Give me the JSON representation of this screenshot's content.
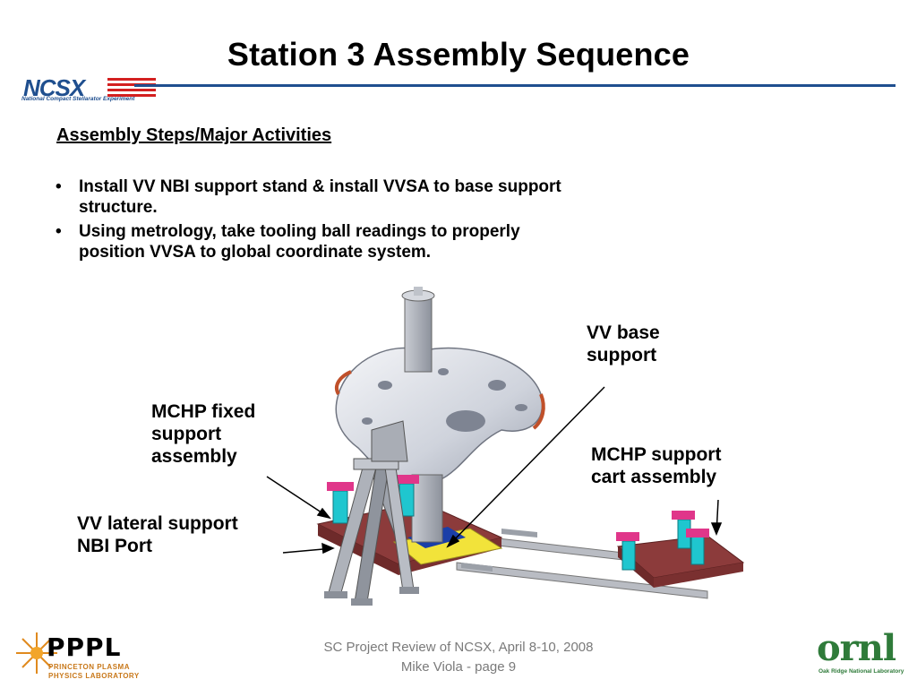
{
  "title": "Station 3 Assembly Sequence",
  "header_logo": {
    "wordmark": "NCSX",
    "subtitle": "National Compact Stellarator Experiment"
  },
  "section": {
    "heading": "Assembly Steps/Major Activities",
    "bullets": [
      {
        "marker": "•",
        "line1": "Install VV NBI support stand & install VVSA to base support",
        "line2": "structure."
      },
      {
        "marker": "•",
        "line1": "Using metrology, take tooling ball readings to properly",
        "line2": "position VVSA to global coordinate system."
      }
    ]
  },
  "callouts": {
    "vv_base_support": [
      "VV base",
      "support"
    ],
    "mchp_fixed": [
      "MCHP fixed",
      "support",
      "assembly"
    ],
    "mchp_cart": [
      "MCHP support",
      "cart assembly"
    ],
    "vv_lateral": [
      "VV lateral support",
      "NBI Port"
    ]
  },
  "footer": {
    "line1": "SC Project Review of NCSX, April 8-10, 2008",
    "line2": "Mike Viola - page 9"
  },
  "footer_logos": {
    "pppl": {
      "wordmark": "PPPL",
      "line1": "PRINCETON PLASMA",
      "line2": "PHYSICS LABORATORY"
    },
    "ornl": {
      "wordmark": "ornl",
      "subtitle": "Oak Ridge National Laboratory"
    }
  },
  "colors": {
    "accent_blue": "#1f4f8f",
    "ncsx_red": "#d32020",
    "ornl_green": "#2f7b3a",
    "pppl_orange": "#c8781a",
    "footer_gray": "#7a7a7a"
  }
}
